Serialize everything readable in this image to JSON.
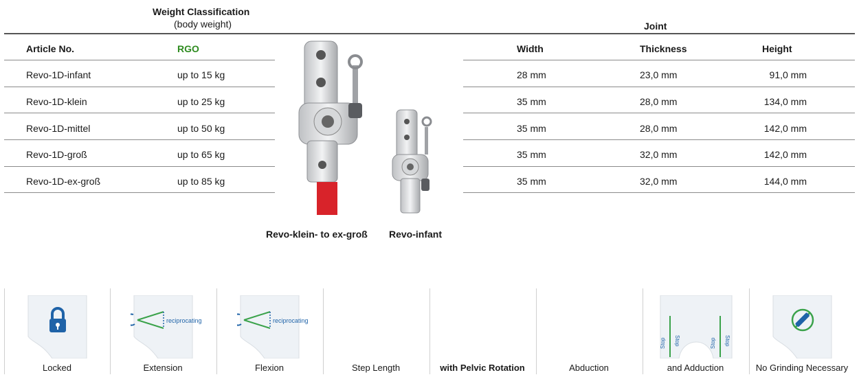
{
  "table_header": {
    "weight_title": "Weight Classification",
    "weight_subtitle": "(body weight)",
    "joint_title": "Joint",
    "article_no": "Article No.",
    "rgo": "RGO",
    "width": "Width",
    "thickness": "Thickness",
    "height": "Height"
  },
  "rows": [
    {
      "article": "Revo-1D-infant",
      "weight": "up to 15 kg",
      "width": "28 mm",
      "thickness": "23,0 mm",
      "height": "91,0 mm"
    },
    {
      "article": "Revo-1D-klein",
      "weight": "up to 25 kg",
      "width": "35 mm",
      "thickness": "28,0 mm",
      "height": "134,0 mm"
    },
    {
      "article": "Revo-1D-mittel",
      "weight": "up to 50 kg",
      "width": "35 mm",
      "thickness": "28,0 mm",
      "height": "142,0 mm"
    },
    {
      "article": "Revo-1D-groß",
      "weight": "up to 65 kg",
      "width": "35 mm",
      "thickness": "32,0 mm",
      "height": "142,0 mm"
    },
    {
      "article": "Revo-1D-ex-groß",
      "weight": "up to 85 kg",
      "width": "35 mm",
      "thickness": "32,0 mm",
      "height": "144,0 mm"
    }
  ],
  "captions": {
    "large": "Revo-klein- to ex-groß",
    "small": "Revo-infant"
  },
  "features": [
    {
      "label": "Locked",
      "icon": "lock-icon"
    },
    {
      "label": "Extension",
      "icon": "reciprocating-extension-icon",
      "annotation": "reciprocating"
    },
    {
      "label": "Flexion",
      "icon": "reciprocating-flexion-icon",
      "annotation": "reciprocating"
    },
    {
      "label": "Step Length",
      "icon": "none"
    },
    {
      "label": "with Pelvic Rotation",
      "icon": "none"
    },
    {
      "label": "Abduction",
      "icon": "none"
    },
    {
      "label": "and Adduction",
      "icon": "stop-abduction-icon",
      "annotation": "Stop"
    },
    {
      "label": "No Grinding Necessary",
      "icon": "no-grinding-icon"
    }
  ],
  "colors": {
    "accent_green": "#2e8b1f",
    "icon_blue": "#1f63a8",
    "icon_green": "#3aa24a",
    "strap_red": "#d8232a"
  }
}
